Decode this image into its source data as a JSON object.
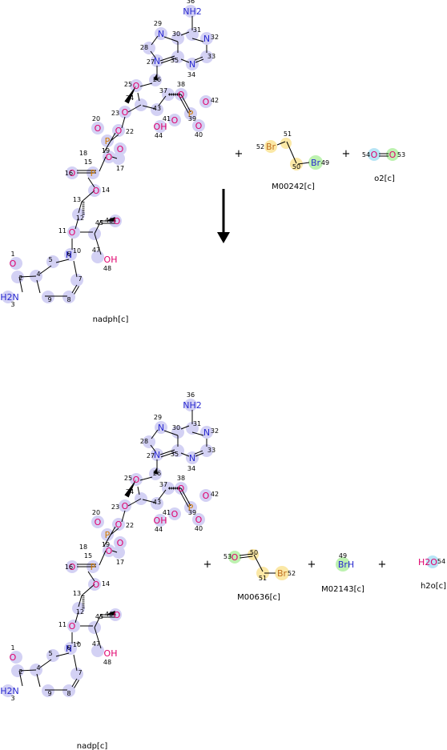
{
  "colors": {
    "oxygen": "#e0006c",
    "nitrogen": "#2a2ad0",
    "phosphorus": "#d07a00",
    "bromine": "#c07020",
    "halo_purple": "#d3d1f4",
    "halo_yellow": "#fbe8a6",
    "halo_green": "#bdf2b0",
    "halo_cyan": "#b7e4f5",
    "bond": "#000000",
    "arrow": "#000000"
  },
  "reactants": {
    "nadph": {
      "label": "nadph[c]"
    },
    "m00242": {
      "label": "M00242[c]"
    },
    "o2": {
      "label": "o2[c]"
    }
  },
  "products": {
    "nadp": {
      "label": "nadp[c]"
    },
    "m00636": {
      "label": "M00636[c]"
    },
    "m02143": {
      "label": "M02143[c]"
    },
    "h2o": {
      "label": "h2o[c]"
    }
  },
  "symbols": {
    "plus": "+",
    "nh2": "NH2",
    "h2n": "H2N",
    "oh": "OH",
    "brh": "BrH",
    "h2o": "H2O"
  }
}
